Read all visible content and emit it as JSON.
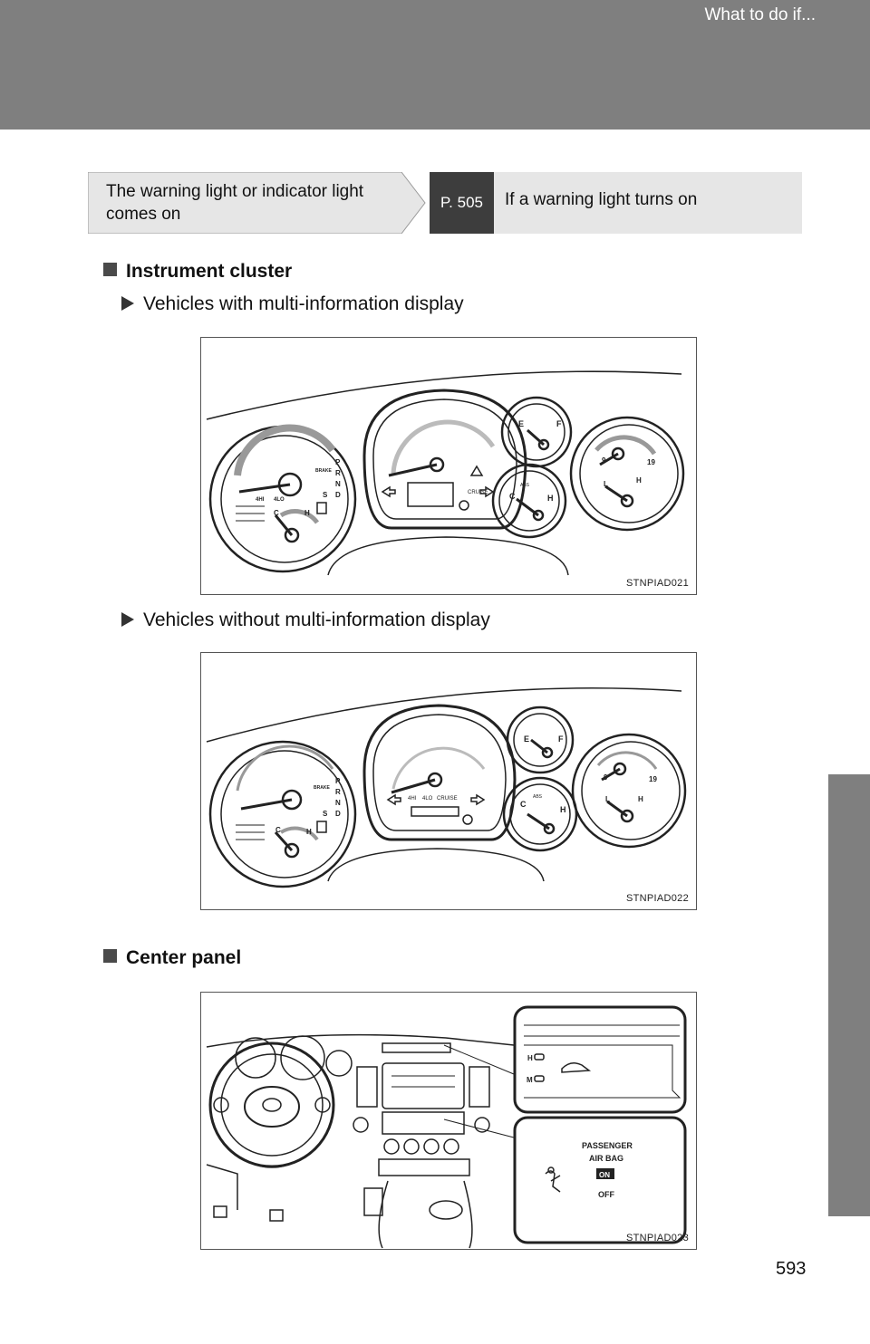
{
  "header": {
    "title": "What to do if..."
  },
  "reference": {
    "condition": "The warning light or indicator light comes on",
    "page": "P. 505",
    "action": "If a warning light turns on"
  },
  "sections": {
    "instrument_cluster": {
      "title": "Instrument cluster",
      "variant_with": "Vehicles with multi-information display",
      "variant_without": "Vehicles without multi-information display"
    },
    "center_panel": {
      "title": "Center panel"
    }
  },
  "figures": {
    "fig1": {
      "code": "STNPIAD021",
      "gauge_labels": {
        "P": "P",
        "R": "R",
        "N": "N",
        "D": "D",
        "S": "S",
        "C": "C",
        "H": "H",
        "E": "E",
        "F": "F",
        "L": "L",
        "nine": "9",
        "nineteen": "19",
        "four_hi": "4HI",
        "four_lo": "4LO",
        "abs": "ABS",
        "cruise": "CRUISE",
        "brake": "BRAKE"
      }
    },
    "fig2": {
      "code": "STNPIAD022",
      "gauge_labels": {
        "P": "P",
        "R": "R",
        "N": "N",
        "D": "D",
        "S": "S",
        "C": "C",
        "H": "H",
        "E": "E",
        "F": "F",
        "L": "L",
        "nine": "9",
        "nineteen": "19",
        "four_hi": "4HI",
        "four_lo": "4LO",
        "abs": "ABS",
        "cruise": "CRUISE",
        "brake": "BRAKE"
      }
    },
    "fig3": {
      "code": "STNPIAD023",
      "switch_h": "H",
      "switch_m": "M",
      "airbag_line1": "PASSENGER",
      "airbag_line2": "AIR BAG",
      "airbag_on": "ON",
      "airbag_off": "OFF"
    }
  },
  "page_number": "593"
}
